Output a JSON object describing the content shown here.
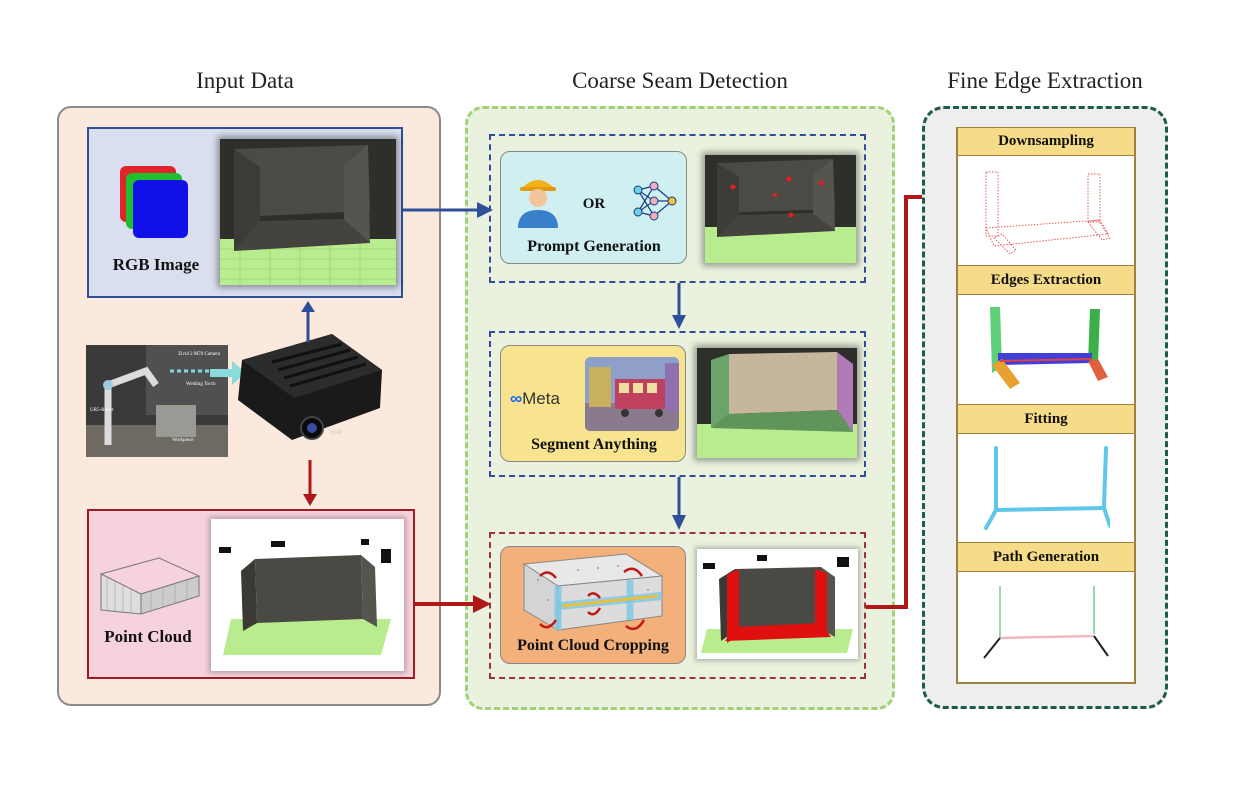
{
  "columns": {
    "input": "Input Data",
    "coarse": "Coarse Seam Detection",
    "fine": "Fine Edge Extraction"
  },
  "input": {
    "rgb_label": "RGB Image",
    "point_cloud_label": "Point Cloud",
    "robot_photo": {
      "camera": "Zivid 2 M70 Camera",
      "torch": "Welding Torch",
      "robot": "UR5-Robot",
      "workpiece": "Workpiece"
    },
    "camera_brand": "zivid"
  },
  "coarse": {
    "prompt_label": "Prompt Generation",
    "or_label": "OR",
    "segment_label": "Segment Anything",
    "meta_label": "Meta",
    "cropping_label": "Point Cloud Cropping"
  },
  "fine": {
    "steps": [
      "Downsampling",
      "Edges Extraction",
      "Fitting",
      "Path Generation"
    ]
  },
  "colors": {
    "blue_arrow": "#2f4f9a",
    "red_arrow": "#b01818",
    "input_bg": "#fbe9de",
    "coarse_bg": "#eaf2df",
    "fine_bg": "#eeeeee",
    "fine_border": "#1e5a4e"
  }
}
